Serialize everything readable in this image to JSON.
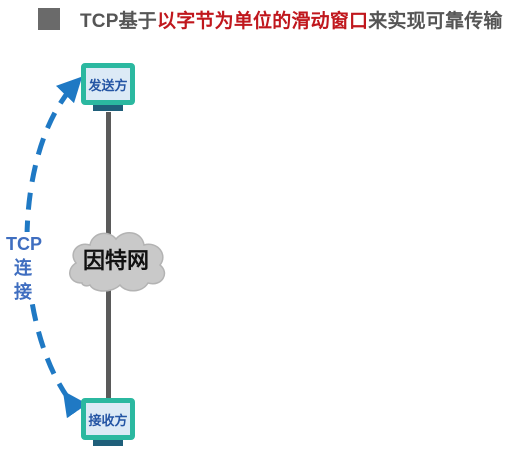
{
  "title": {
    "prefix": "TCP基于",
    "highlight": "以字节为单位的滑动窗口",
    "suffix": "来实现可靠传输"
  },
  "network": {
    "label": "因特网"
  },
  "sender": {
    "label": "发送方"
  },
  "receiver": {
    "label": "接收方"
  },
  "connection": {
    "line1": "TCP",
    "line2": "连接"
  },
  "colors": {
    "highlight": "#c0171d",
    "screen_border": "#2bb8a0",
    "arc": "#1f79c4",
    "label_blue": "#3f6ec0"
  }
}
